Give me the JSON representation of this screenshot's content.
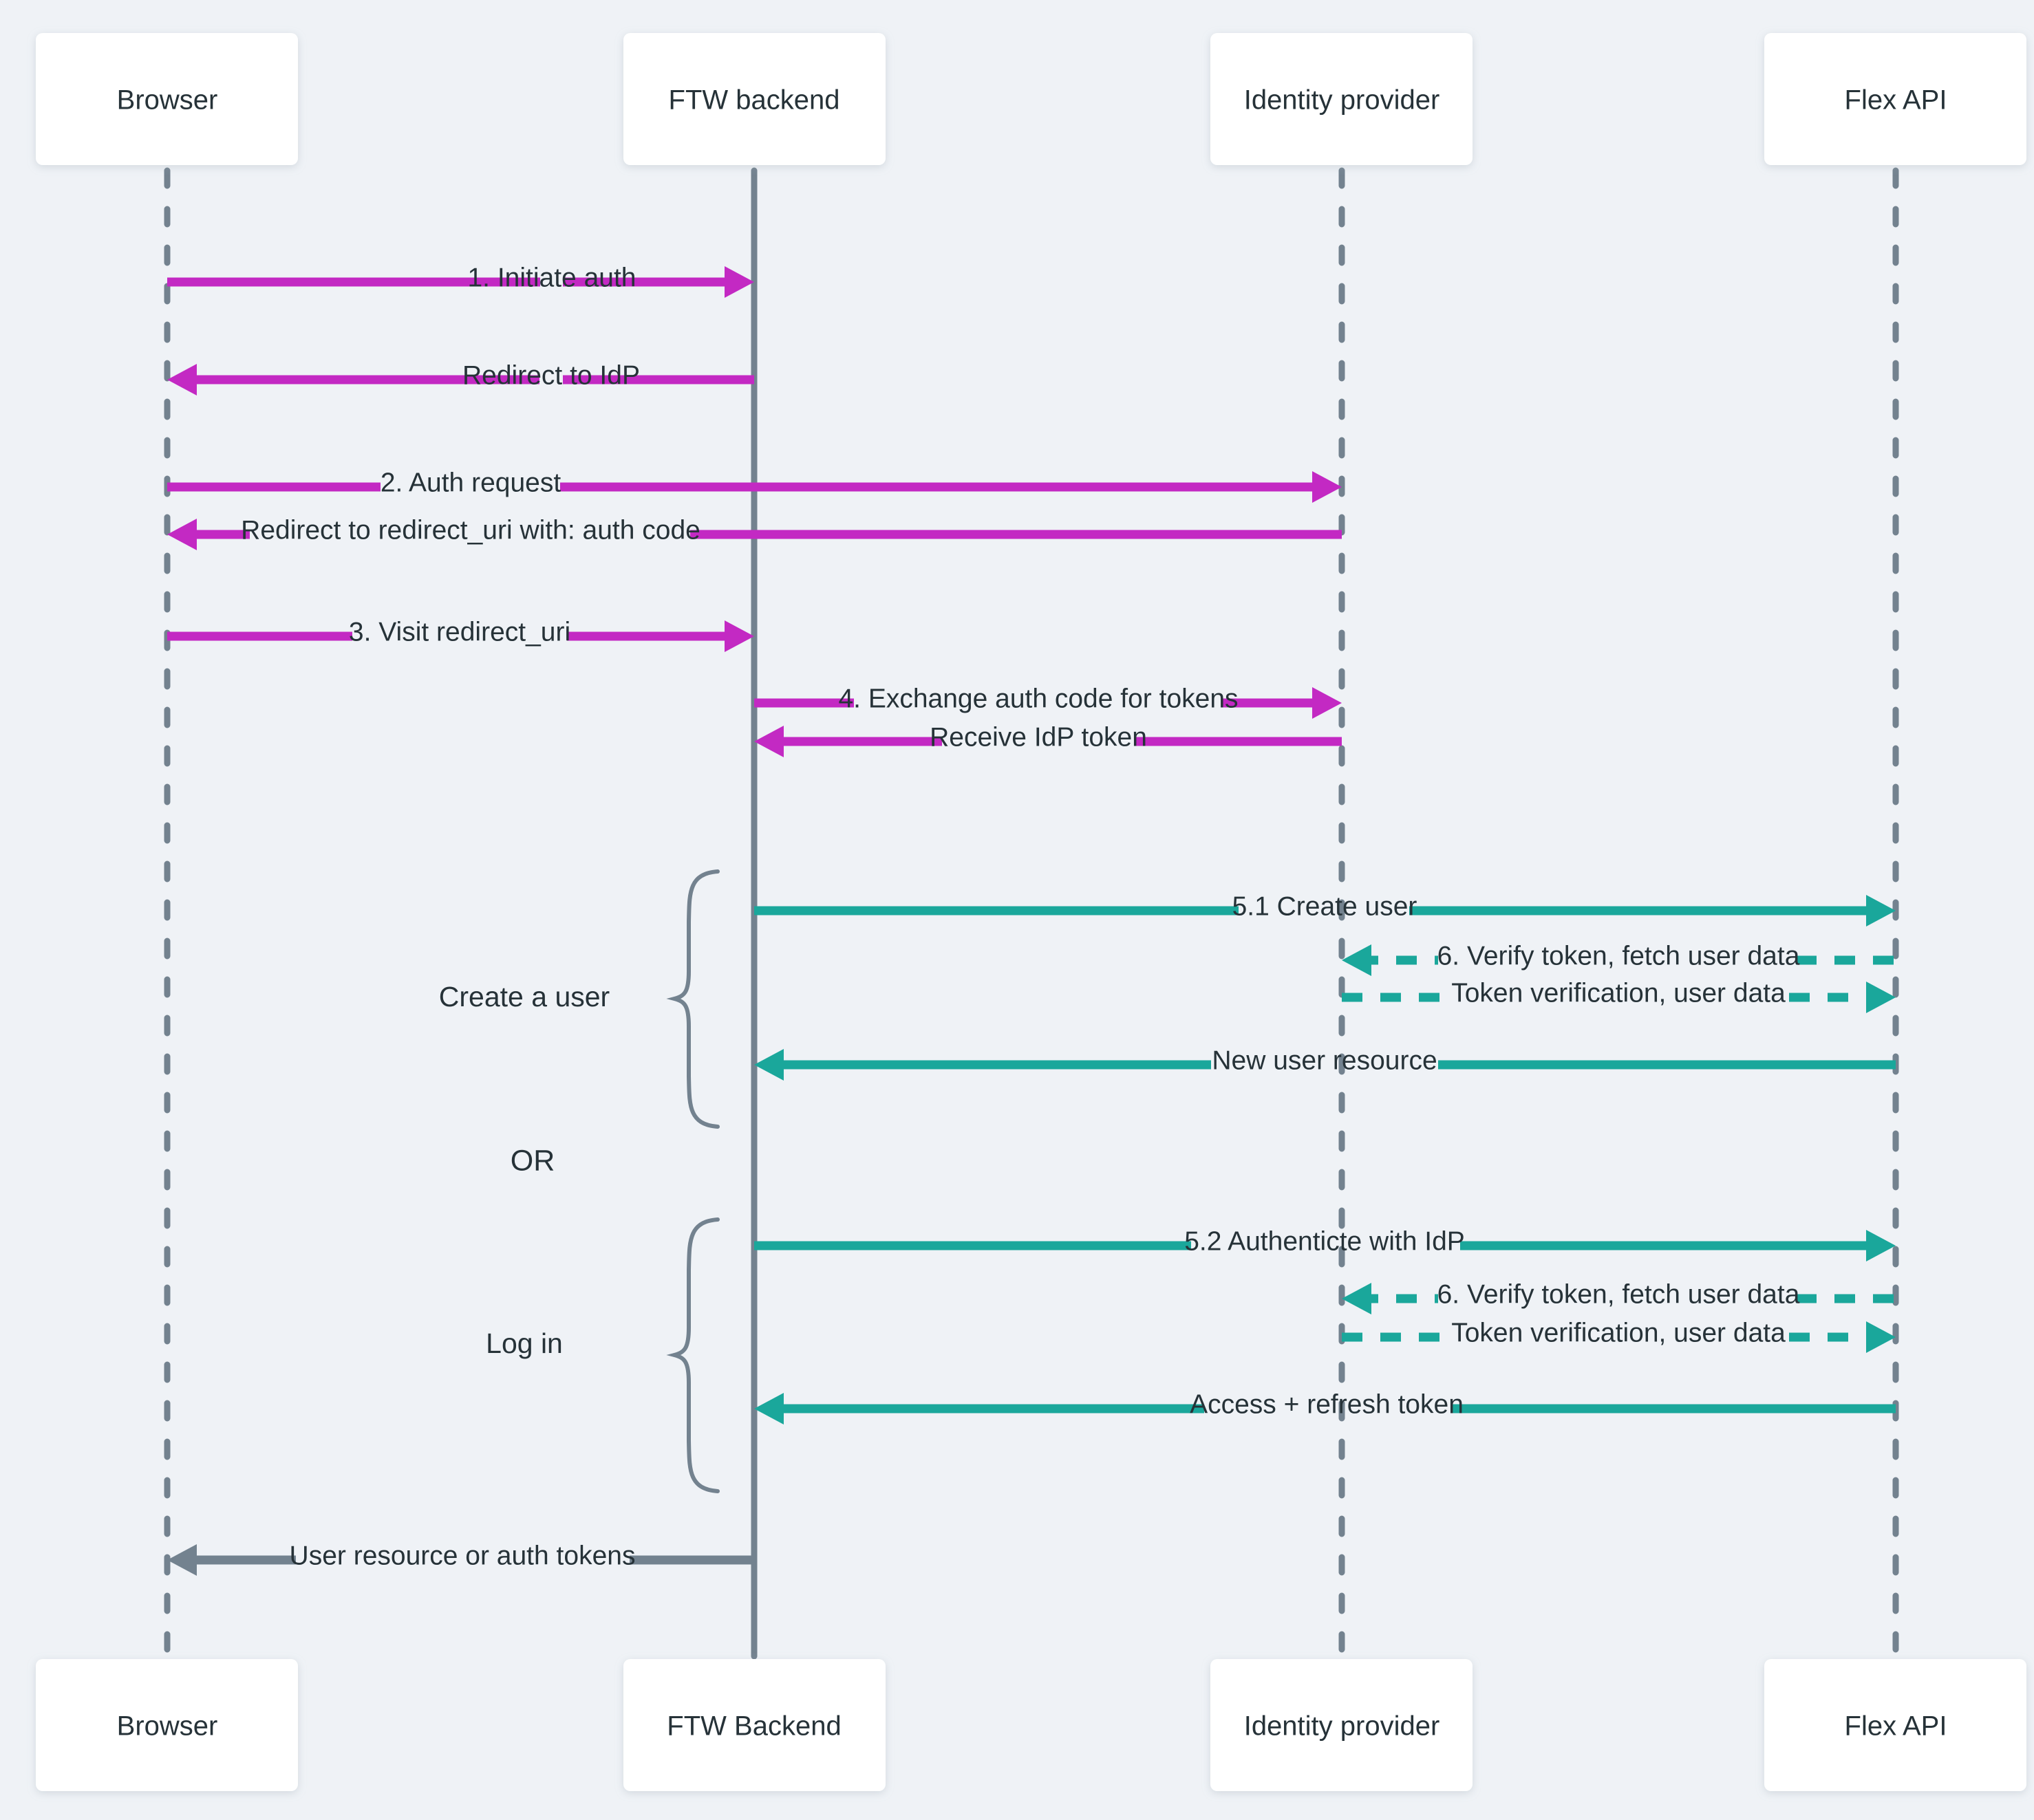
{
  "diagram": {
    "title": "FTW authentication sequence diagram",
    "background": "#eff2f6",
    "colors": {
      "magenta": "#c329c3",
      "teal": "#1aa79b",
      "gray": "#73828f",
      "text": "#263238",
      "box": "#ffffff"
    }
  },
  "actors_top": [
    {
      "id": "browser",
      "label": "Browser"
    },
    {
      "id": "ftw",
      "label": "FTW backend"
    },
    {
      "id": "idp",
      "label": "Identity provider"
    },
    {
      "id": "flex",
      "label": "Flex API"
    }
  ],
  "actors_bottom": [
    {
      "id": "browser",
      "label": "Browser"
    },
    {
      "id": "ftw",
      "label": "FTW Backend"
    },
    {
      "id": "idp",
      "label": "Identity provider"
    },
    {
      "id": "flex",
      "label": "Flex API"
    }
  ],
  "messages": [
    {
      "n": 1,
      "label": "1. Initiate auth",
      "from": "browser",
      "to": "ftw",
      "color": "magenta",
      "style": "solid",
      "dir": "right"
    },
    {
      "n": 2,
      "label": "Redirect to IdP",
      "from": "ftw",
      "to": "browser",
      "color": "magenta",
      "style": "solid",
      "dir": "left"
    },
    {
      "n": 3,
      "label": "2. Auth request",
      "from": "browser",
      "to": "idp",
      "color": "magenta",
      "style": "solid",
      "dir": "right"
    },
    {
      "n": 4,
      "label": "Redirect to redirect_uri with: auth code",
      "from": "idp",
      "to": "browser",
      "color": "magenta",
      "style": "solid",
      "dir": "left"
    },
    {
      "n": 5,
      "label": "3. Visit redirect_uri",
      "from": "browser",
      "to": "ftw",
      "color": "magenta",
      "style": "solid",
      "dir": "right"
    },
    {
      "n": 6,
      "label": "4. Exchange auth code for tokens",
      "from": "ftw",
      "to": "idp",
      "color": "magenta",
      "style": "solid",
      "dir": "right"
    },
    {
      "n": 7,
      "label": "Receive IdP token",
      "from": "idp",
      "to": "ftw",
      "color": "magenta",
      "style": "solid",
      "dir": "left"
    },
    {
      "n": 8,
      "label": "5.1 Create user",
      "from": "ftw",
      "to": "flex",
      "color": "teal",
      "style": "solid",
      "dir": "right"
    },
    {
      "n": 9,
      "label": "6. Verify token, fetch user data",
      "from": "flex",
      "to": "idp",
      "color": "teal",
      "style": "dashed",
      "dir": "left"
    },
    {
      "n": 10,
      "label": "Token verification, user data",
      "from": "idp",
      "to": "flex",
      "color": "teal",
      "style": "dashed",
      "dir": "right"
    },
    {
      "n": 11,
      "label": "New user resource",
      "from": "flex",
      "to": "ftw",
      "color": "teal",
      "style": "solid",
      "dir": "left"
    },
    {
      "n": 12,
      "label": "5.2 Authenticte with IdP",
      "from": "ftw",
      "to": "flex",
      "color": "teal",
      "style": "solid",
      "dir": "right"
    },
    {
      "n": 13,
      "label": "6. Verify token, fetch user data",
      "from": "flex",
      "to": "idp",
      "color": "teal",
      "style": "dashed",
      "dir": "left"
    },
    {
      "n": 14,
      "label": "Token verification, user data",
      "from": "idp",
      "to": "flex",
      "color": "teal",
      "style": "dashed",
      "dir": "right"
    },
    {
      "n": 15,
      "label": "Access + refresh token",
      "from": "flex",
      "to": "ftw",
      "color": "teal",
      "style": "solid",
      "dir": "left"
    },
    {
      "n": 16,
      "label": "User resource or auth tokens",
      "from": "ftw",
      "to": "browser",
      "color": "gray",
      "style": "solid",
      "dir": "left"
    }
  ],
  "groups": [
    {
      "id": "create-a-user",
      "label": "Create a user"
    },
    {
      "id": "log-in",
      "label": "Log in"
    }
  ],
  "separator": {
    "label": "OR"
  }
}
